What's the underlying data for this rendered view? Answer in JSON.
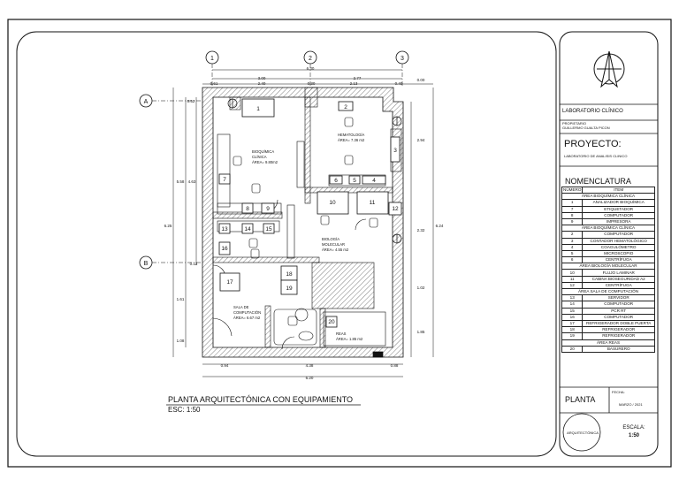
{
  "drawing": {
    "title": "PLANTA ARQUITECTÓNICA  CON EQUIPAMIENTO",
    "scale": "ESC: 1:50",
    "axes_top": [
      "1",
      "2",
      "3"
    ],
    "axes_left": [
      "A",
      "B"
    ],
    "dims_top": [
      "3.00",
      "6.30",
      "2.77",
      "0.00",
      "0.61",
      "2.40",
      "0.30",
      "2.13",
      "0.40"
    ],
    "dims_bottom": [
      "0.94",
      "4.38",
      "0.88",
      "6.20"
    ],
    "dims_left": [
      "0.52",
      "5.58",
      "4.63",
      "6.25",
      "0.12",
      "1.61",
      "1.08"
    ],
    "dims_right": [
      "2.94",
      "6.24",
      "2.32",
      "1.02",
      "1.85"
    ],
    "rooms": {
      "bioquimica": [
        "BIOQUÍMICA",
        "CLÍNICA",
        "ÁREA= 9.80m2"
      ],
      "hematologia": [
        "HEMATOLOGÍA",
        "ÁREA= 7.36 m2"
      ],
      "biologia": [
        "BIOLOGÍA",
        "MOLECULAR",
        "ÁREA= 4.55 m2"
      ],
      "computacion": [
        "SALA DE",
        "COMPUTACIÓN",
        "ÁREA= 6.67 m2"
      ],
      "reas": [
        "REAS",
        "ÁREA= 1.85 m2"
      ]
    },
    "equipment": [
      "1",
      "2",
      "3",
      "4",
      "5",
      "6",
      "7",
      "8",
      "9",
      "10",
      "11",
      "12",
      "13",
      "14",
      "15",
      "16",
      "17",
      "18",
      "19",
      "20"
    ]
  },
  "title_block": {
    "lab": "LABORATORIO CLÍNICO",
    "owner_label": "PROPIETARIO",
    "owner_name": "GUILLERMO GUALTA PICON",
    "project_label": "PROYECTO:",
    "project_name": "LABORATORIO DE ANALISIS CLINICO",
    "nomenclature_title": "NOMENCLATURA",
    "col_number": "NÚMERO",
    "col_item": "ITEM",
    "rows": [
      {
        "section": "ÁREA BIOQUÍMICA CLÍNICA"
      },
      {
        "n": "1",
        "item": "ANALIZADOR BIOQUÍMICA"
      },
      {
        "n": "7",
        "item": "ETIQUETADOR"
      },
      {
        "n": "8",
        "item": "COMPUTADOR"
      },
      {
        "n": "9",
        "item": "IMPRESORA"
      },
      {
        "section": "ÁREA BIOQUÍMICA CLÍNICA"
      },
      {
        "n": "2",
        "item": "COMPUTADOR"
      },
      {
        "n": "3",
        "item": "CONTADOR HEMATOLÓGICO"
      },
      {
        "n": "4",
        "item": "COAGULÓMETRO"
      },
      {
        "n": "5",
        "item": "MICROSCOPIO"
      },
      {
        "n": "6",
        "item": "CENTRÍFUGA"
      },
      {
        "section": "ÁREA BIOLOGÍA MOLECULAR"
      },
      {
        "n": "10",
        "item": "FLUJO LAMINAR"
      },
      {
        "n": "11",
        "item": "CABINA BIOSEGURIDAD A2"
      },
      {
        "n": "12",
        "item": "CENTRÍFUGA"
      },
      {
        "section": "ÁREA SALA DE COMPUTACIÓN"
      },
      {
        "n": "13",
        "item": "SERVIDOR"
      },
      {
        "n": "14",
        "item": "COMPUTADOR"
      },
      {
        "n": "15",
        "item": "PCR RT"
      },
      {
        "n": "16",
        "item": "COMPUTADOR"
      },
      {
        "n": "17",
        "item": "REFRIGERADOR DOBLE PUERTA"
      },
      {
        "n": "18",
        "item": "REFRIGERADOR"
      },
      {
        "n": "19",
        "item": "REFRIGERADOR"
      },
      {
        "section": "ÁREA REAS"
      },
      {
        "n": "20",
        "item": "BASURERO"
      }
    ],
    "sheet_name": "PLANTA",
    "date_label": "FECHA:",
    "date_value": "MARZO / 2021",
    "discipline": "ARQUITECTÓNICA",
    "scale_label": "ESCALA:",
    "scale_value": "1:50"
  }
}
